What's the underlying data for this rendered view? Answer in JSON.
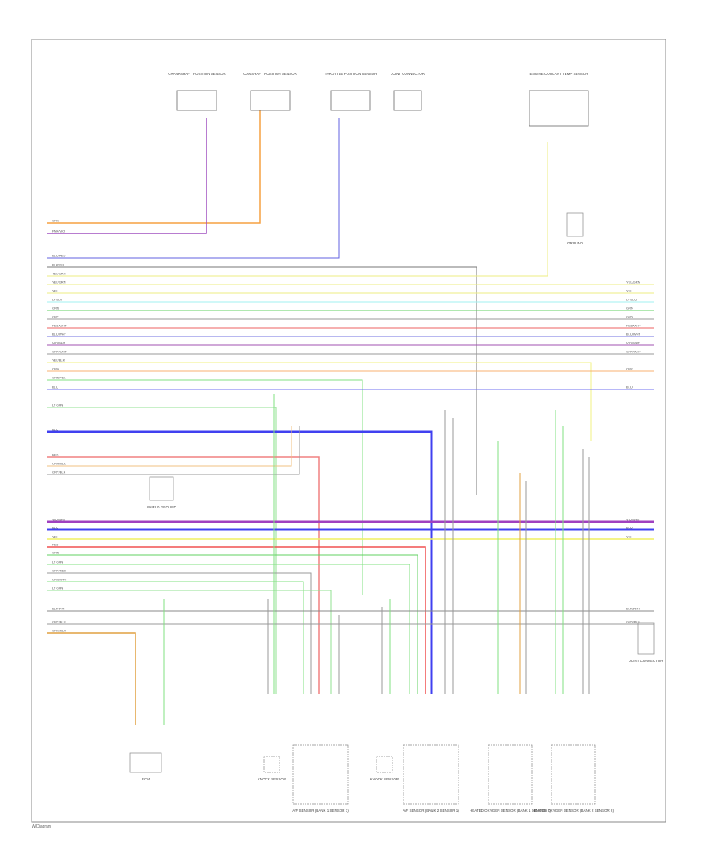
{
  "diagram": {
    "title": "Engine Performance Wiring Diagram",
    "footer": "W/Diagram",
    "components_top": [
      {
        "id": "c1",
        "label": "CRANKSHAFT POSITION SENSOR"
      },
      {
        "id": "c2",
        "label": "CAMSHAFT POSITION SENSOR"
      },
      {
        "id": "c3",
        "label": "THROTTLE POSITION SENSOR"
      },
      {
        "id": "c4",
        "label": "JOINT CONNECTOR"
      },
      {
        "id": "c5",
        "label": "ENGINE COOLANT TEMP SENSOR"
      }
    ],
    "components_bottom": [
      {
        "id": "b0",
        "label": "ECM"
      },
      {
        "id": "b1",
        "label": "KNOCK SENSOR"
      },
      {
        "id": "b2",
        "label": "A/F SENSOR (BANK 1 SENSOR 1)"
      },
      {
        "id": "b3",
        "label": "KNOCK SENSOR"
      },
      {
        "id": "b4",
        "label": "A/F SENSOR (BANK 2 SENSOR 1)"
      },
      {
        "id": "b5",
        "label": "HEATED OXYGEN SENSOR (BANK 1 SENSOR 2)"
      },
      {
        "id": "b6",
        "label": "HEATED OXYGEN SENSOR (BANK 2 SENSOR 2)"
      },
      {
        "id": "b7",
        "label": "JOINT CONNECTOR"
      },
      {
        "id": "b8",
        "label": "SHIELD GROUND"
      },
      {
        "id": "b9",
        "label": "GROUND"
      }
    ],
    "wires": [
      {
        "label": "ORG",
        "color": "#f5a040"
      },
      {
        "label": "PNK/VIO",
        "color": "#a050c0"
      },
      {
        "label": "BLU/RED",
        "color": "#6060e0"
      },
      {
        "label": "BLK/YEL",
        "color": "#777777"
      },
      {
        "label": "YEL/GRN",
        "color": "#eeee80"
      },
      {
        "label": "YEL/GRN",
        "color": "#eeee80"
      },
      {
        "label": "YEL",
        "color": "#eeee80"
      },
      {
        "label": "LT BLU",
        "color": "#a0f0f0"
      },
      {
        "label": "GRN",
        "color": "#60d060"
      },
      {
        "label": "GRY",
        "color": "#999999"
      },
      {
        "label": "RED/WHT",
        "color": "#ee6060"
      },
      {
        "label": "BLU/WHT",
        "color": "#7070e0"
      },
      {
        "label": "VIO/WHT",
        "color": "#a050b0"
      },
      {
        "label": "GRY/WHT",
        "color": "#999999"
      },
      {
        "label": "YEL/BLK",
        "color": "#f0f080"
      },
      {
        "label": "ORG",
        "color": "#f8b070"
      },
      {
        "label": "GRN/YEL",
        "color": "#80e080"
      },
      {
        "label": "BLU",
        "color": "#7070f0"
      },
      {
        "label": "LT GRN",
        "color": "#90e090"
      },
      {
        "label": "BLU",
        "color": "#4040f0"
      },
      {
        "label": "RED",
        "color": "#f08080"
      },
      {
        "label": "ORG/BLK",
        "color": "#f0c080"
      },
      {
        "label": "GRY/BLK",
        "color": "#999999"
      },
      {
        "label": "VIO/WHT",
        "color": "#a040c0"
      },
      {
        "label": "BLU",
        "color": "#4040f0"
      },
      {
        "label": "YEL",
        "color": "#f0f060"
      },
      {
        "label": "RED",
        "color": "#f05050"
      },
      {
        "label": "GRN",
        "color": "#60d060"
      },
      {
        "label": "LT GRN",
        "color": "#80e080"
      },
      {
        "label": "GRY/RED",
        "color": "#999999"
      },
      {
        "label": "GRN/WHT",
        "color": "#80e080"
      },
      {
        "label": "LT GRN",
        "color": "#90e090"
      },
      {
        "label": "BLK/WHT",
        "color": "#888888"
      },
      {
        "label": "GRY/BLU",
        "color": "#999999"
      },
      {
        "label": "ORG/BLU",
        "color": "#e0a040"
      }
    ]
  }
}
